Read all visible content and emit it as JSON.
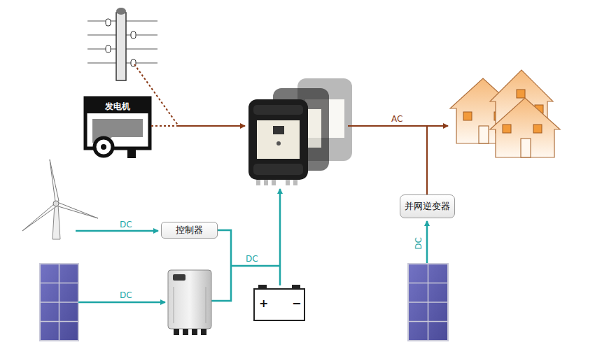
{
  "diagram": {
    "nodes": [
      {
        "text": [
          "发电机"
        ]
      },
      {
        "text": [
          "控制器"
        ]
      },
      {
        "text": [
          "并网逆变器"
        ]
      }
    ],
    "labels": [
      "AC",
      "DC",
      "DC",
      "DC",
      "DC",
      "+",
      "−"
    ]
  }
}
